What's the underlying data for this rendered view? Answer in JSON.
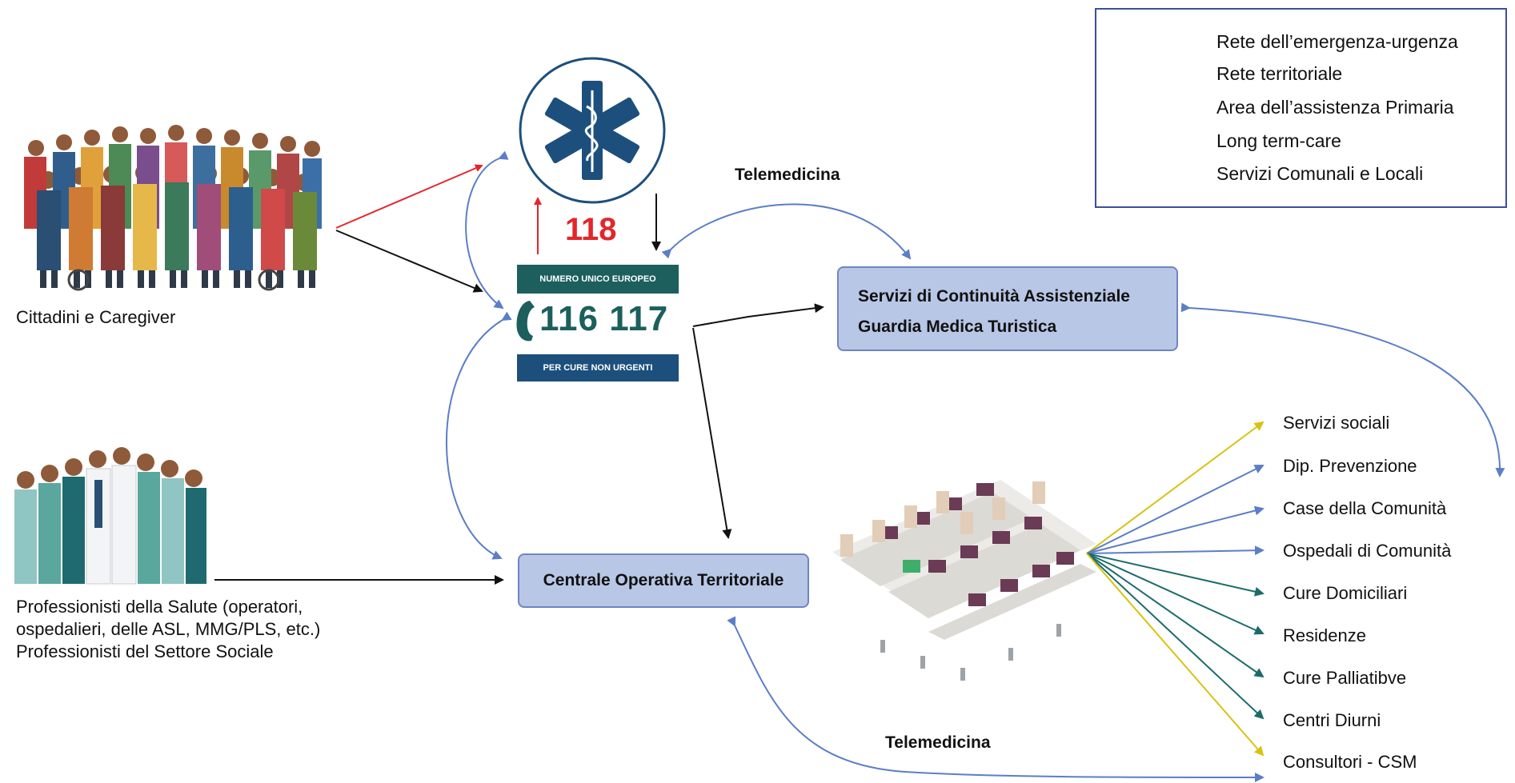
{
  "legend": {
    "items": [
      {
        "label": "Rete dell’emergenza-urgenza",
        "color": "#e3262b"
      },
      {
        "label": "Rete territoriale",
        "color": "#111111"
      },
      {
        "label": "Area dell’assistenza Primaria",
        "color": "#111111"
      },
      {
        "label": "Long term-care",
        "color": "#1c6b6a"
      },
      {
        "label": "Servizi Comunali e Locali",
        "color": "#d7c312"
      }
    ]
  },
  "left": {
    "citizens_label": "Cittadini e Caregiver",
    "professionals_label_1": "Professionisti della Salute (operatori,",
    "professionals_label_2": "ospedalieri, delle ASL, MMG/PLS, etc.)",
    "professionals_label_3": "Professionisti del Settore Sociale"
  },
  "center": {
    "emergency_number": "118",
    "european_number_label": "NUMERO UNICO EUROPEO",
    "non_urgent_number": "116 117",
    "non_urgent_label": "PER CURE NON URGENTI",
    "telemedicina_top": "Telemedicina",
    "telemedicina_bottom": "Telemedicina"
  },
  "boxes": {
    "continuity_line1": "Servizi di Continuità Assistenziale",
    "continuity_line2": "Guardia Medica Turistica",
    "cot": "Centrale Operativa Territoriale"
  },
  "services": [
    {
      "label": "Servizi sociali",
      "color": "#d7c312"
    },
    {
      "label": "Dip. Prevenzione",
      "color": "#5b7ec6"
    },
    {
      "label": "Case della Comunità",
      "color": "#5b7ec6"
    },
    {
      "label": "Ospedali di Comunità",
      "color": "#5b7ec6"
    },
    {
      "label": "Cure Domiciliari",
      "color": "#1c6b6a"
    },
    {
      "label": "Residenze",
      "color": "#1c6b6a"
    },
    {
      "label": "Cure Palliatibve",
      "color": "#1c6b6a"
    },
    {
      "label": "Centri Diurni",
      "color": "#1c6b6a"
    },
    {
      "label": "Consultori - CSM",
      "color": "#d7c312"
    }
  ],
  "colors": {
    "red": "#e3262b",
    "black": "#111111",
    "blue": "#5b7ec6",
    "teal": "#1c6b6a",
    "yellow": "#d7c312",
    "star_of_life": "#1d4f7c"
  }
}
